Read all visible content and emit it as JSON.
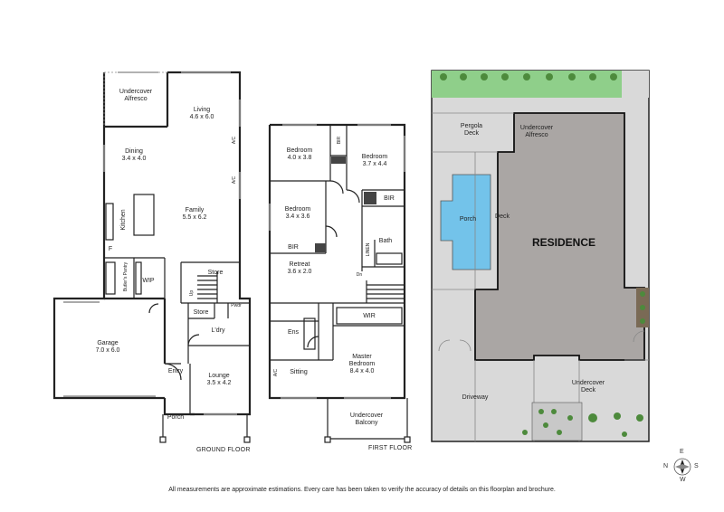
{
  "ground_floor": {
    "caption": "GROUND FLOOR",
    "rooms": {
      "alfresco": {
        "name": "Undercover\nAlfresco",
        "line1": "Undercover",
        "line2": "Alfresco"
      },
      "living": {
        "line1": "Living",
        "line2": "4.6 x 6.0"
      },
      "dining": {
        "line1": "Dining",
        "line2": "3.4 x 4.0"
      },
      "family": {
        "line1": "Family",
        "line2": "5.5 x 6.2"
      },
      "kitchen": "Kitchen",
      "fridge": "F",
      "butlers": "Butler's Pantry",
      "wip": "WIP",
      "store1": "Store",
      "store2": "Store",
      "pwdr": "Pwdr",
      "ldry": "L'dry",
      "garage": {
        "line1": "Garage",
        "line2": "7.0 x 6.0"
      },
      "entry": "Entry",
      "lounge": {
        "line1": "Lounge",
        "line2": "3.5 x 4.2"
      },
      "porch": "Porch",
      "ac1": "A/C",
      "ac2": "A/C",
      "up": "Up"
    }
  },
  "first_floor": {
    "caption": "FIRST FLOOR",
    "rooms": {
      "bed1": {
        "line1": "Bedroom",
        "line2": "4.0 x 3.8"
      },
      "bed2": {
        "line1": "Bedroom",
        "line2": "3.7 x 4.4"
      },
      "bed3": {
        "line1": "Bedroom",
        "line2": "3.4 x 3.6"
      },
      "bir1": "BIR",
      "bir2": "BIR",
      "bir3": "BIR",
      "bath": "Bath",
      "linen": "LINEN",
      "retreat": {
        "line1": "Retreat",
        "line2": "3.6 x 2.0"
      },
      "ens": "Ens",
      "wir": "WIR",
      "sitting": "Sitting",
      "master": {
        "line1": "Master",
        "line2": "Bedroom",
        "line3": "8.4 x 4.0"
      },
      "balcony": {
        "line1": "Undercover",
        "line2": "Balcony"
      },
      "dn": "Dn",
      "ac": "A/C"
    }
  },
  "site_plan": {
    "pergola": {
      "line1": "Pergola",
      "line2": "Deck"
    },
    "alfresco": {
      "line1": "Undercover",
      "line2": "Alfresco"
    },
    "porch": "Porch",
    "deck": "Deck",
    "residence": "RESIDENCE",
    "driveway": "Driveway",
    "undercover_deck": {
      "line1": "Undercover",
      "line2": "Deck"
    }
  },
  "compass": {
    "n": "N",
    "e": "E",
    "s": "S",
    "w": "W"
  },
  "disclaimer": "All measurements are approximate estimations. Every care has been taken to verify the accuracy of details on this floorplan and brochure.",
  "colors": {
    "wall": "#222222",
    "residence_fill": "#aaa6a4",
    "site_fill": "#d9d9d9",
    "pool": "#73c3ea",
    "lawn": "#8fcf8a",
    "tree": "#4d8a3c"
  }
}
